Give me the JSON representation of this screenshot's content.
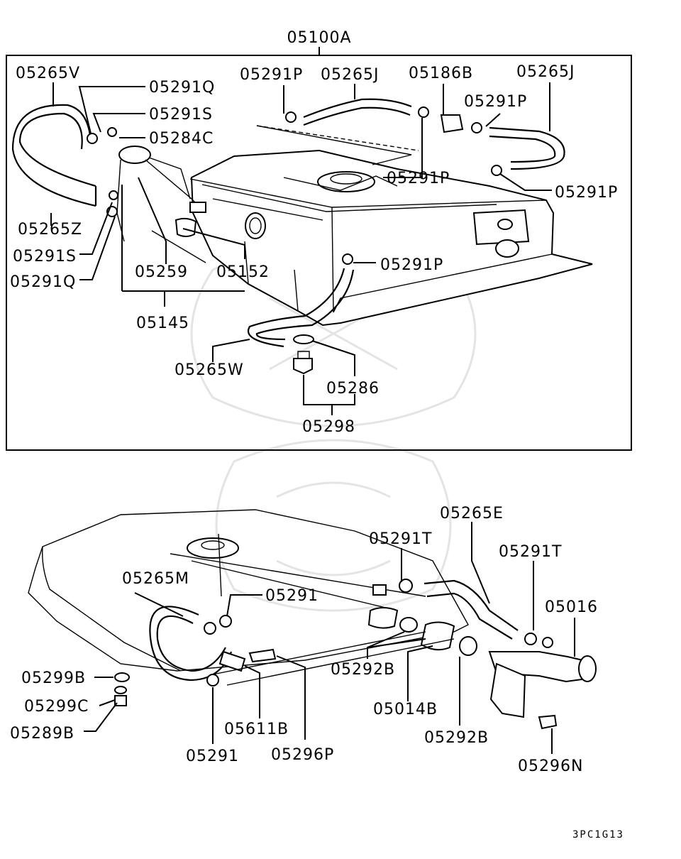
{
  "top_section": {
    "assembly_label": "05100A",
    "labels": {
      "l05265V": "05265V",
      "l05291Q_top": "05291Q",
      "l05291S_top": "05291S",
      "l05284C": "05284C",
      "l05291P_a": "05291P",
      "l05265J_a": "05265J",
      "l05186B": "05186B",
      "l05265J_b": "05265J",
      "l05291P_b": "05291P",
      "l05291P_c": "05291P",
      "l05291P_d": "05291P",
      "l05265Z": "05265Z",
      "l05291S_bot": "05291S",
      "l05291Q_bot": "05291Q",
      "l05259": "05259",
      "l05152": "05152",
      "l05291P_e": "05291P",
      "l05145": "05145",
      "l05265W": "05265W",
      "l05286": "05286",
      "l05298": "05298"
    }
  },
  "bottom_section": {
    "labels": {
      "l05265E": "05265E",
      "l05291T_a": "05291T",
      "l05291T_b": "05291T",
      "l05265M": "05265M",
      "l05291_a": "05291",
      "l05016": "05016",
      "l05299B": "05299B",
      "l05292B_a": "05292B",
      "l05299C": "05299C",
      "l05014B": "05014B",
      "l05289B": "05289B",
      "l05611B": "05611B",
      "l05292B_b": "05292B",
      "l05291_b": "05291",
      "l05296P": "05296P",
      "l05296N": "05296N"
    }
  },
  "figure_code": "3PC1G13"
}
